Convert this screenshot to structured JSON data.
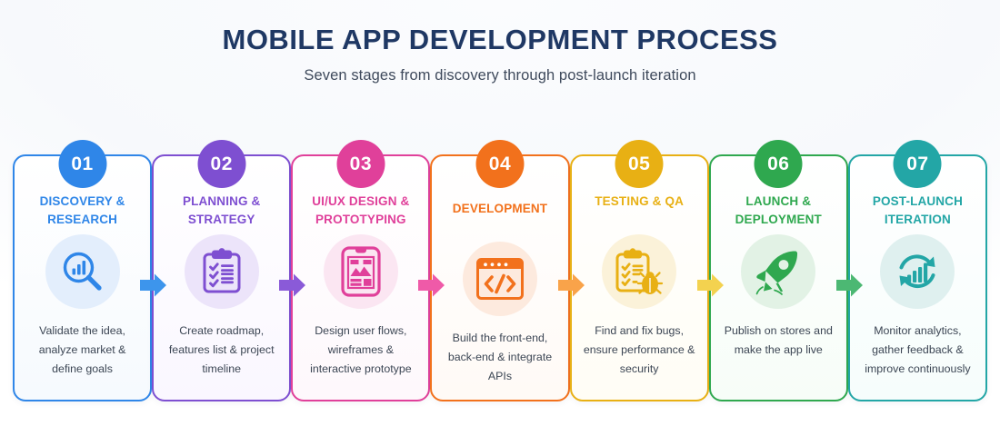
{
  "header": {
    "title": "MOBILE APP DEVELOPMENT PROCESS",
    "subtitle": "Seven stages from discovery through post-launch iteration"
  },
  "colors": {
    "title": "#1f3864",
    "subtitle": "#3f4a5c",
    "background": "#ffffff"
  },
  "steps": [
    {
      "number": "01",
      "title": "DISCOVERY & RESEARCH",
      "description": "Validate the idea, analyze market & define goals",
      "icon": "magnifier-chart-icon",
      "color": "#2f86e8",
      "disc": "#e3eefc",
      "tint": "#f6fafe",
      "arrow_color": "#3d95ec"
    },
    {
      "number": "02",
      "title": "PLANNING & STRATEGY",
      "description": "Create roadmap, features list & project timeline",
      "icon": "clipboard-check-icon",
      "color": "#7e4fd1",
      "disc": "#ece4fa",
      "tint": "#faf7ff",
      "arrow_color": "#8a5ad8"
    },
    {
      "number": "03",
      "title": "UI/UX DESIGN & PROTOTYPING",
      "description": "Design user flows, wireframes & interactive prototype",
      "icon": "phone-wireframe-icon",
      "color": "#e0409a",
      "disc": "#fbe6f2",
      "tint": "#fef8fc",
      "arrow_color": "#ef5aa8"
    },
    {
      "number": "04",
      "title": "DEVELOPMENT",
      "description": "Build the front-end, back-end & integrate APIs",
      "icon": "code-window-icon",
      "color": "#f2711c",
      "disc": "#fdeade",
      "tint": "#fffaf6",
      "arrow_color": "#f9a34a"
    },
    {
      "number": "05",
      "title": "TESTING & QA",
      "description": "Find and fix bugs, ensure performance & security",
      "icon": "clipboard-bug-icon",
      "color": "#e8b014",
      "disc": "#fbf2d9",
      "tint": "#fffdf5",
      "arrow_color": "#f3d24f"
    },
    {
      "number": "06",
      "title": "LAUNCH & DEPLOYMENT",
      "description": "Publish on stores and make the app live",
      "icon": "rocket-icon",
      "color": "#2fa84f",
      "disc": "#e2f2e5",
      "tint": "#f7fdf8",
      "arrow_color": "#4cb873"
    },
    {
      "number": "07",
      "title": "POST-LAUNCH ITERATION",
      "description": "Monitor analytics, gather feedback & improve continuously",
      "icon": "refresh-chart-icon",
      "color": "#23a6a6",
      "disc": "#dff0ef",
      "tint": "#f6fdfc",
      "arrow_color": "#2fb3b0"
    }
  ]
}
